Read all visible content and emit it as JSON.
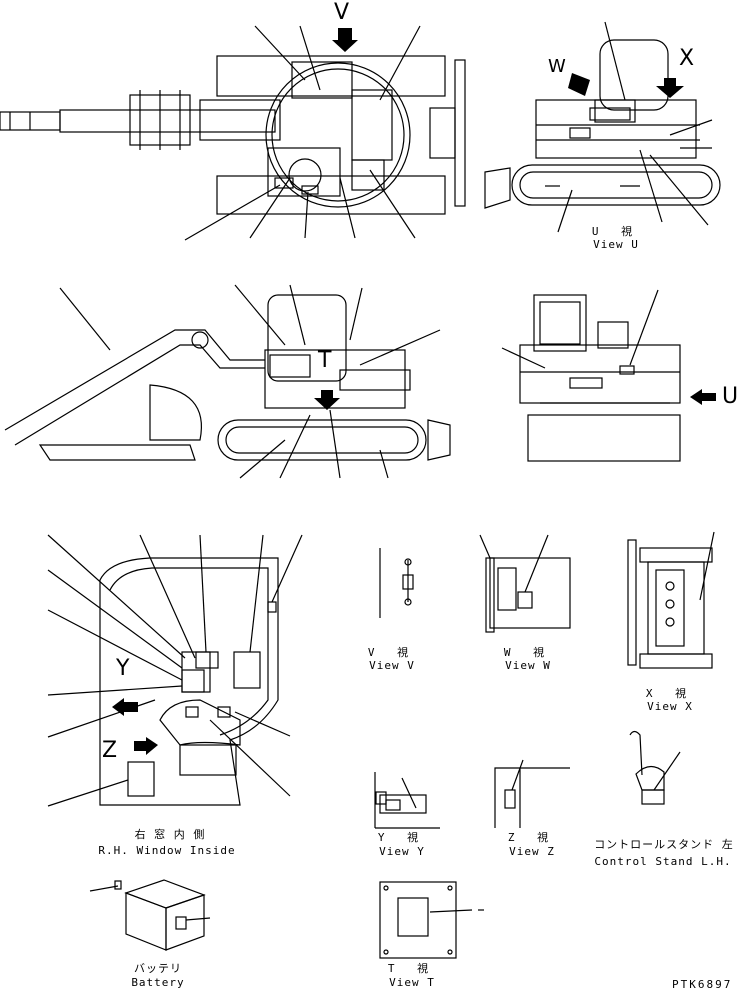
{
  "view_letters": {
    "v": "V",
    "w": "W",
    "x": "X",
    "t": "T",
    "u": "U",
    "y": "Y",
    "z": "Z"
  },
  "captions": {
    "view_u_jp": "U 視",
    "view_u_en": "View U",
    "view_v_jp": "V 視",
    "view_v_en": "View V",
    "view_w_jp": "W 視",
    "view_w_en": "View W",
    "view_x_jp": "X 視",
    "view_x_en": "View X",
    "rh_window_jp": "右 窓 内 側",
    "rh_window_en": "R.H. Window Inside",
    "view_y_jp": "Y 視",
    "view_y_en": "View Y",
    "view_z_jp": "Z 視",
    "view_z_en": "View Z",
    "control_stand_jp": "コントロールスタンド 左",
    "control_stand_en": "Control Stand L.H.",
    "battery_jp": "バッテリ",
    "battery_en": "Battery",
    "view_t_jp": "T 視",
    "view_t_en": "View T"
  },
  "drawing_code": "PTK6897"
}
